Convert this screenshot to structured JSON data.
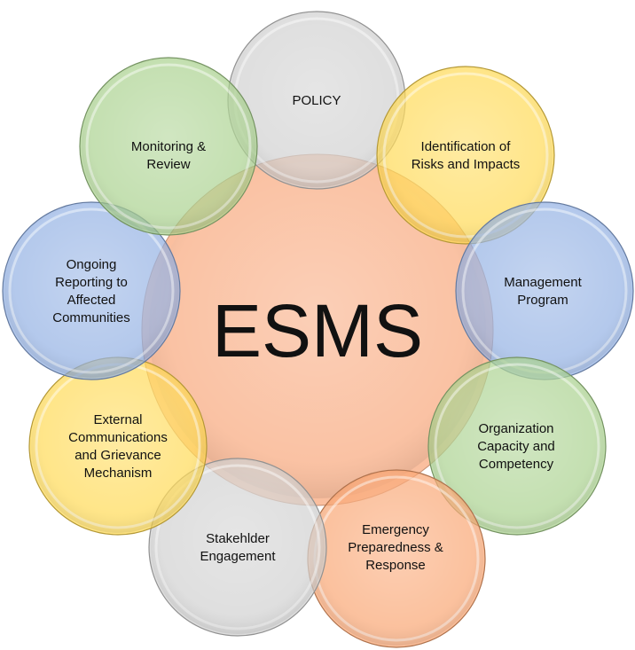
{
  "center": {
    "label": "ESMS",
    "color": "#F9B48E"
  },
  "nodes": [
    {
      "id": "policy",
      "lines": [
        "POLICY"
      ],
      "color": "#CFCFCF"
    },
    {
      "id": "identification",
      "lines": [
        "Identification of",
        "Risks and Impacts"
      ],
      "color": "#FFD94F"
    },
    {
      "id": "management",
      "lines": [
        "Management",
        "Program"
      ],
      "color": "#8FAEE3"
    },
    {
      "id": "organization",
      "lines": [
        "Organization",
        "Capacity and",
        "Competency"
      ],
      "color": "#A6D08A"
    },
    {
      "id": "emergency",
      "lines": [
        "Emergency",
        "Preparedness &",
        "Response"
      ],
      "color": "#F9A36E"
    },
    {
      "id": "stakeholder",
      "lines": [
        "Stakehlder",
        "Engagement"
      ],
      "color": "#CFCFCF"
    },
    {
      "id": "external",
      "lines": [
        "External",
        "Communications",
        "and Grievance",
        "Mechanism"
      ],
      "color": "#FFD94F"
    },
    {
      "id": "ongoing",
      "lines": [
        "Ongoing",
        "Reporting to",
        "Affected",
        "Communities"
      ],
      "color": "#8FAEE3"
    },
    {
      "id": "monitoring",
      "lines": [
        "Monitoring &",
        "Review"
      ],
      "color": "#A6D08A"
    }
  ]
}
